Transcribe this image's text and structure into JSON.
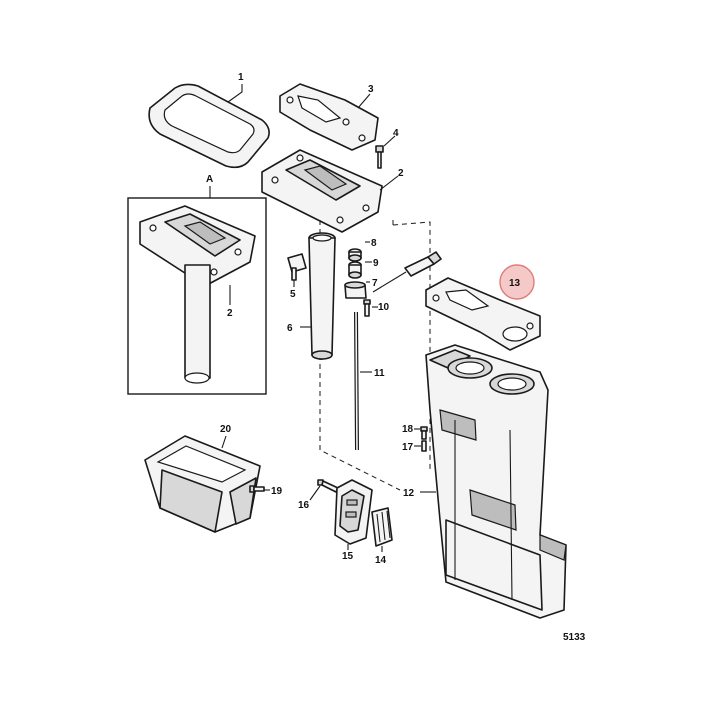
{
  "diagram": {
    "callouts": {
      "c1": "1",
      "c2a": "2",
      "c2b": "2",
      "c3": "3",
      "c4": "4",
      "c5": "5",
      "c6": "6",
      "c7": "7",
      "c8": "8",
      "c9": "9",
      "c10": "10",
      "c11": "11",
      "c12": "12",
      "c13": "13",
      "c14": "14",
      "c15": "15",
      "c16": "16",
      "c17": "17",
      "c18": "18",
      "c19": "19",
      "c20": "20",
      "cA": "A"
    },
    "highlight_color": "#e07a7a",
    "highlight_fill": "#f6c9c9",
    "reference_number": "5133"
  }
}
